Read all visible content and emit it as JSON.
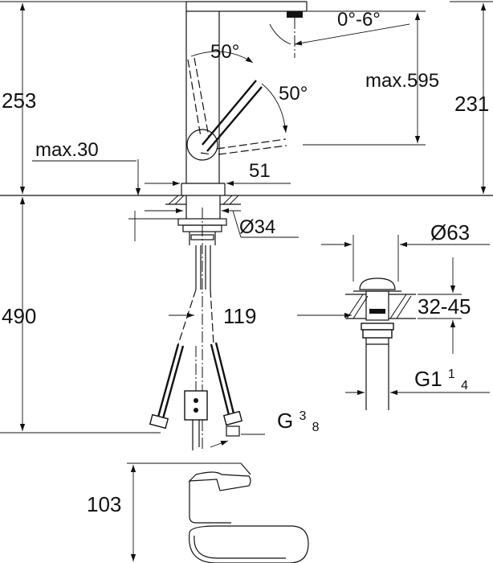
{
  "dimensions": {
    "angle_spout": "0°-6°",
    "angle_lever_top": "50°",
    "angle_lever_right": "50°",
    "total_height": "253",
    "max_spout_height": "max.595",
    "spout_height": "231",
    "max_deck_thickness": "max.30",
    "base_width": "51",
    "hole_diameter": "Ø34",
    "below_deck": "490",
    "projection": "119",
    "waste_diameter": "Ø63",
    "waste_thickness": "32-45",
    "waste_thread_main": "G1",
    "waste_thread_num": "1",
    "waste_thread_den": "4",
    "hose_thread_main": "G",
    "hose_thread_num": "3",
    "hose_thread_den": "8",
    "handle_height": "103"
  }
}
